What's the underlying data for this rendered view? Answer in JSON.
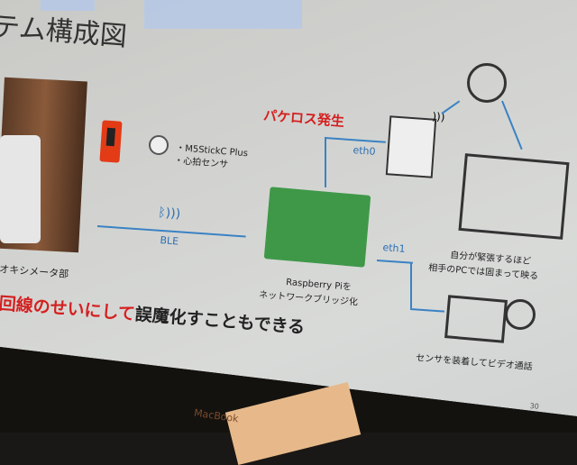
{
  "slide": {
    "title": "テム構成図",
    "packet_loss": "パケロス発生",
    "device_list": [
      "・M5StickC Plus",
      "・心拍センサ"
    ],
    "ble_label": "BLE",
    "oximeter_label": "オキシメータ部",
    "eth0_label": "eth0",
    "eth1_label": "eth1",
    "pi_caption": [
      "Raspberry Piを",
      "ネットワークブリッジ化"
    ],
    "remote_caption": [
      "自分が緊張するほど",
      "相手のPCでは固まって映る"
    ],
    "local_caption": "センサを装着してビデオ通話",
    "bottom_red": "回線のせいにして",
    "bottom_black": "誤魔化すこともできる",
    "page_number": "30"
  },
  "laptop": {
    "brand": "MacBook"
  }
}
